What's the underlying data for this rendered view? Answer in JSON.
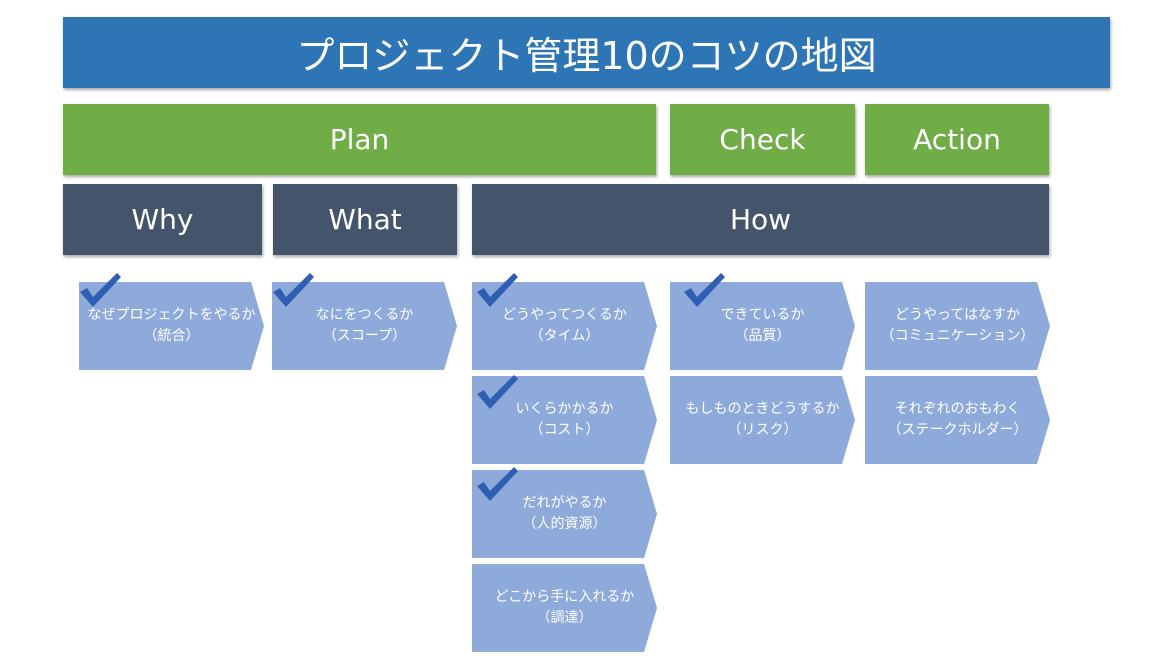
{
  "title": "プロジェクト管理10のコツの地図",
  "phases": {
    "plan": "Plan",
    "check": "Check",
    "action": "Action"
  },
  "questions": {
    "why": "Why",
    "what": "What",
    "how": "How"
  },
  "cards": {
    "integration": {
      "line1": "なぜプロジェクトをやるか",
      "line2": "（統合）",
      "checked": true
    },
    "scope": {
      "line1": "なにをつくるか",
      "line2": "（スコープ）",
      "checked": true
    },
    "time": {
      "line1": "どうやってつくるか",
      "line2": "（タイム）",
      "checked": true
    },
    "cost": {
      "line1": "いくらかかるか",
      "line2": "（コスト）",
      "checked": true
    },
    "hr": {
      "line1": "だれがやるか",
      "line2": "（人的資源）",
      "checked": true
    },
    "procurement": {
      "line1": "どこから手に入れるか",
      "line2": "（調達）",
      "checked": false
    },
    "quality": {
      "line1": "できているか",
      "line2": "（品質）",
      "checked": true
    },
    "risk": {
      "line1": "もしものときどうするか",
      "line2": "（リスク）",
      "checked": false
    },
    "communication": {
      "line1": "どうやってはなすか",
      "line2": "（コミュニケーション）",
      "checked": false
    },
    "stakeholder": {
      "line1": "それぞれのおもわく",
      "line2": "（ステークホルダー）",
      "checked": false
    }
  },
  "colors": {
    "title": "#2e75b6",
    "phase": "#70ad47",
    "question": "#44546a",
    "card": "#8eaadb",
    "check": "#2f5fb3"
  }
}
